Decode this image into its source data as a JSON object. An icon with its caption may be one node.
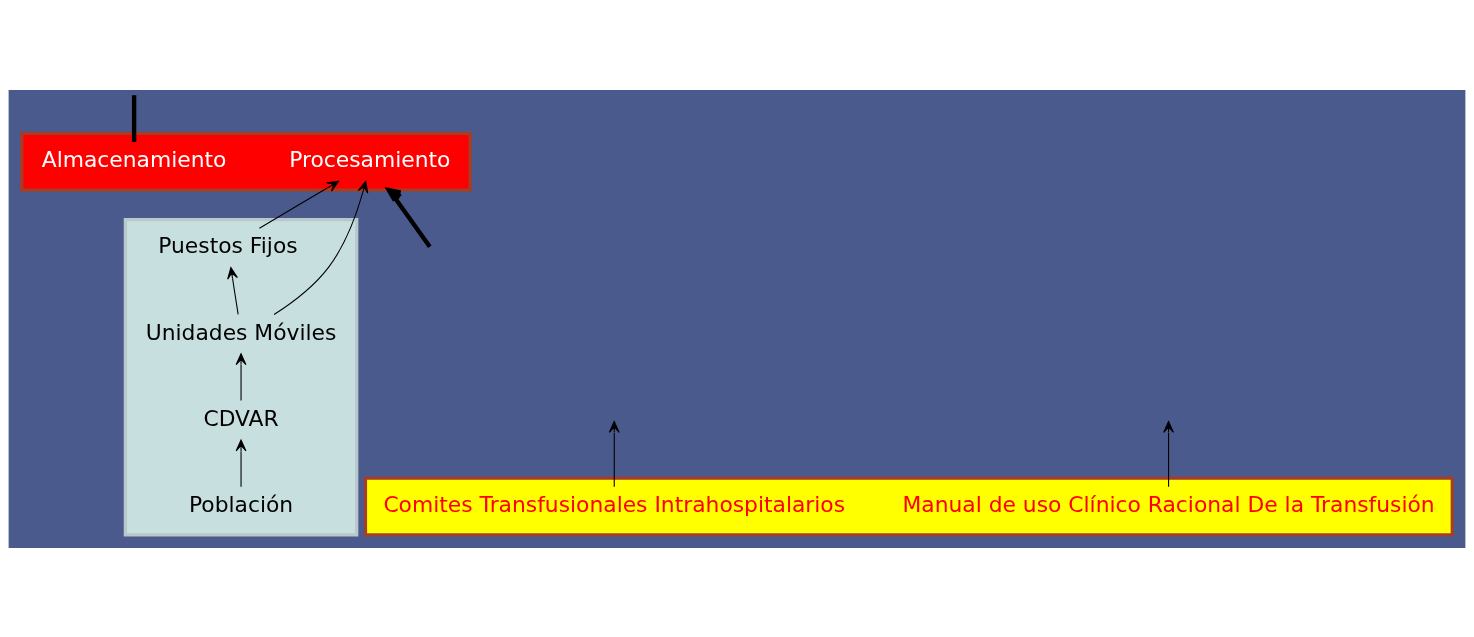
{
  "diagram": {
    "nodes": [
      {
        "text": [],
        "shape": "box"
      },
      {
        "text": [],
        "shape": "box"
      },
      {
        "text": [],
        "shape": "box"
      },
      {
        "text": [
          "Puestos Fijos"
        ],
        "in": 0
      },
      {
        "text": [
          "Unidades Móviles"
        ],
        "in": 0
      },
      {
        "text": [
          "CDVAR"
        ],
        "in": 0
      },
      {
        "text": [
          "Población"
        ],
        "in": 0
      },
      {
        "text": [
          "Procesamiento"
        ],
        "in": 1
      },
      {
        "text": [
          "Almacenamiento"
        ],
        "in": 1
      },
      {
        "text": [
          "Comites Transfusionales Intrahospitalarios"
        ],
        "in": 2
      },
      {
        "text": [
          "Manual de uso Clínico Racional De la Transfusión"
        ],
        "in": 2
      }
    ],
    "edges": [
      {
        "from": 6,
        "to": 5,
        "arrow": "to"
      },
      {
        "from": 5,
        "to": 4,
        "arrow": "to"
      },
      {
        "from": 4,
        "to": 3,
        "arrow": "to"
      },
      {
        "from": 3,
        "to": 7,
        "arrow": "to"
      },
      {
        "from": 4,
        "to": 7,
        "arrow": "to"
      },
      {
        "from": null,
        "to": 1,
        "arrow": "to",
        "style": "thick"
      },
      {
        "from": 8,
        "to": null,
        "arrow": "none",
        "style": "thick"
      },
      {
        "from": 9,
        "to": null,
        "arrow": "to"
      },
      {
        "from": 10,
        "to": null,
        "arrow": "to"
      }
    ]
  }
}
